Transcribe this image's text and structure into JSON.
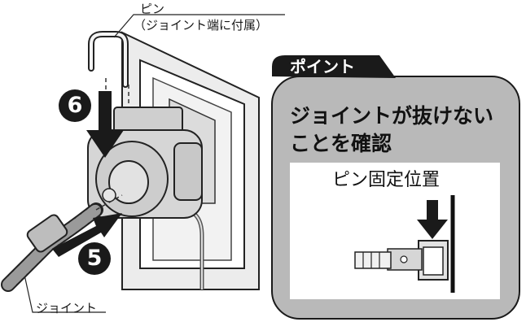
{
  "labels": {
    "pin": "ピン",
    "pin_note": "（ジョイント端に付属）",
    "joint": "ジョイント"
  },
  "steps": {
    "step6": "6",
    "step5": "5"
  },
  "point_box": {
    "tab": "ポイント",
    "title_line1": "ジョイントが抜けない",
    "title_line2": "ことを確認",
    "caption": "ピン固定位置"
  },
  "colors": {
    "box_fill": "#b8b8b8",
    "tab_fill": "#1a1a1a",
    "inner_fill": "#ffffff",
    "wall_fill": "#e8e8e8",
    "device_fill": "#d4d4d4"
  },
  "icons": [
    "arrow-down-icon",
    "arrow-right-icon"
  ]
}
